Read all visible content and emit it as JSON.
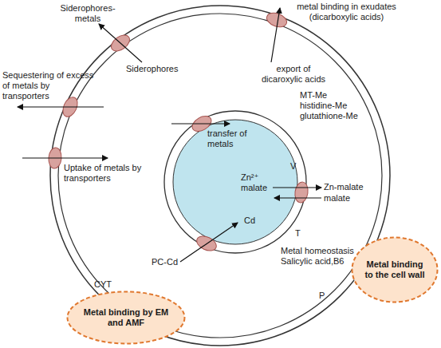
{
  "diagram": {
    "nodes": [
      {
        "text": [
          "Siderophores",
          "export of dicaroxylic acids",
          "MT-Me histidine-Me glutathione-Me",
          "Uptake of metals by transporters",
          "Zn-malate",
          "malate",
          "T",
          "PC-Cd",
          "Metal homeostasis Salicylic acid,B6",
          "CYT",
          "P"
        ]
      },
      {
        "text": [
          "transfer of metals",
          "V",
          "Zn²⁺ malate",
          "Cd"
        ],
        "in": 0
      },
      {
        "text": [
          "Metal binding to the cell wall"
        ]
      },
      {
        "text": [
          "Metal binding by EM and AMF"
        ]
      }
    ],
    "labels": [
      "Siderophores-metals",
      "metal binding in exudates (dicarboxylic acids)",
      "Sequestering of excess of metals by transporters"
    ]
  }
}
